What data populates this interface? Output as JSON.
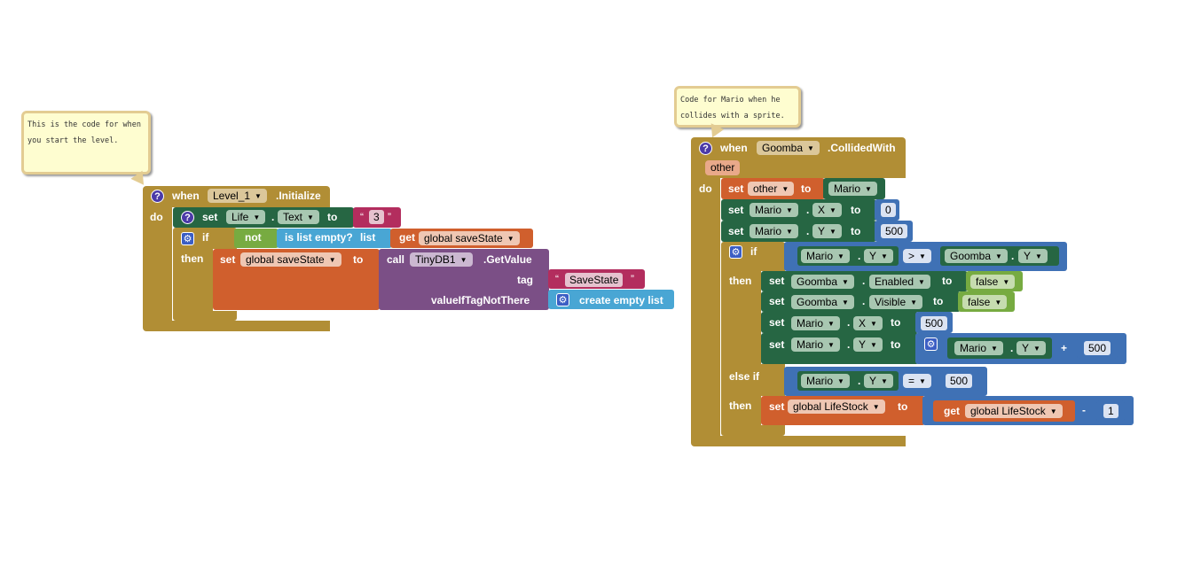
{
  "colors": {
    "event": "#b18e35",
    "component": "#266643",
    "control": "#b18e35",
    "variable": "#d05f2d",
    "logic": "#77ab41",
    "list": "#49a6d4",
    "text": "#b32d5e",
    "math": "#3f71b5",
    "procedure": "#7b4f86"
  },
  "comment1": {
    "line1": "This is the code for when",
    "line2": "you start the level."
  },
  "comment2": {
    "line1": "Code for Mario when he",
    "line2": "collides with a sprite."
  },
  "block1": {
    "when": "when",
    "component": "Level_1",
    "event": ".Initialize",
    "do": "do",
    "set": "set",
    "life": "Life",
    "dot1": ".",
    "text_prop": "Text",
    "to": "to",
    "str_open": "“",
    "life_value": "3",
    "str_close": "”",
    "if": "if",
    "not": "not",
    "is_list_empty": "is list empty?",
    "list": "list",
    "get": "get",
    "global_savestate": "global saveState",
    "then": "then",
    "set2": "set",
    "global_savestate2": "global saveState",
    "to2": "to",
    "call": "call",
    "tinydb": "TinyDB1",
    "getvalue": ".GetValue",
    "tag": "tag",
    "tag_value": "SaveState",
    "value_if": "valueIfTagNotThere",
    "create_list": "create empty list"
  },
  "block2": {
    "when": "when",
    "component": "Goomba",
    "event": ".CollidedWith",
    "param": "other",
    "do": "do",
    "set": "set",
    "other": "other",
    "to": "to",
    "mario": "Mario",
    "dot": ".",
    "x": "X",
    "y": "Y",
    "zero": "0",
    "five_hundred": "500",
    "if": "if",
    "gt": ">",
    "eq": "=",
    "goomba": "Goomba",
    "then": "then",
    "enabled": "Enabled",
    "visible": "Visible",
    "false": "false",
    "plus": "+",
    "minus": "-",
    "else_if": "else if",
    "global_lifestock": "global LifeStock",
    "get": "get",
    "one": "1"
  }
}
